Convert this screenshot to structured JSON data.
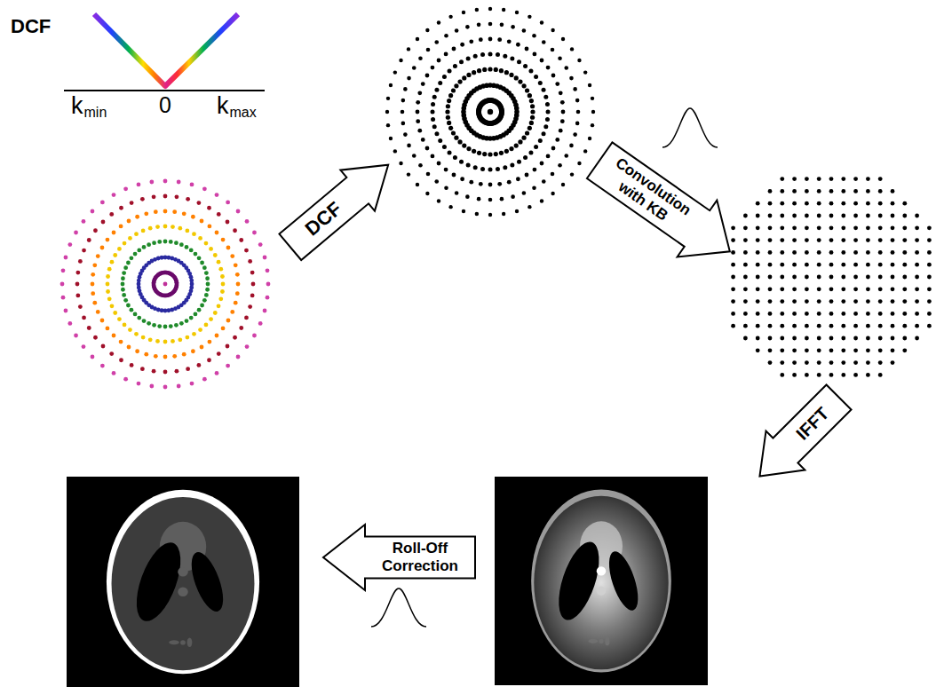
{
  "diagram": {
    "nodes": [
      {
        "text": [
          "DCF"
        ]
      },
      {
        "text": [
          "Convolution with KB"
        ]
      },
      {
        "text": [
          "IFFT"
        ]
      },
      {
        "text": [
          "Roll-Off Correction"
        ]
      }
    ],
    "labels": [
      "DCF",
      "k",
      "min",
      "0",
      "k",
      "max"
    ]
  }
}
